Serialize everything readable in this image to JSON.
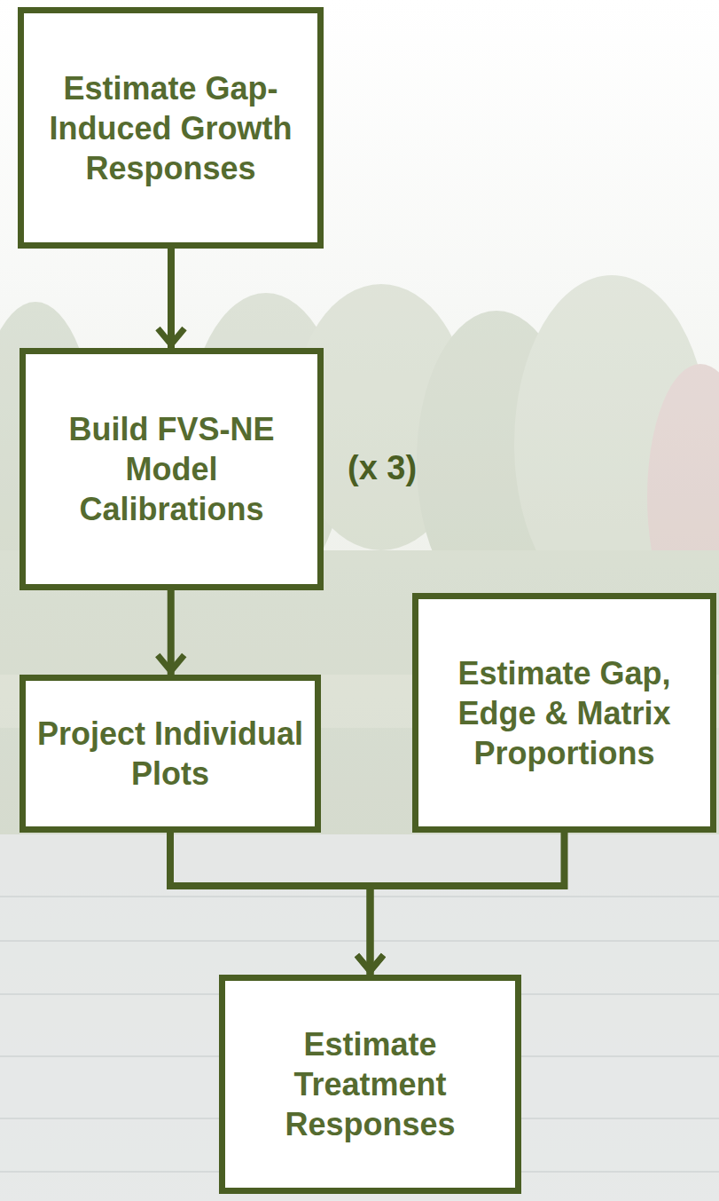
{
  "diagram": {
    "nodes": [
      {
        "text": [
          "Estimate Gap-Induced Growth Responses"
        ]
      },
      {
        "text": [
          "Build FVS-NE Model Calibrations"
        ]
      },
      {
        "text": [
          "Project Individual Plots"
        ]
      },
      {
        "text": [
          "Estimate Gap, Edge & Matrix Proportions"
        ]
      },
      {
        "text": [
          "Estimate Treatment Responses"
        ]
      }
    ],
    "edges": [
      {
        "from": 0,
        "to": 1,
        "arrow": "to"
      },
      {
        "from": 1,
        "to": 2,
        "arrow": "to"
      },
      {
        "from": 2,
        "to": 4,
        "arrow": "to"
      },
      {
        "from": 3,
        "to": 4,
        "arrow": "to"
      }
    ],
    "labels": [
      "(x 3)"
    ]
  }
}
